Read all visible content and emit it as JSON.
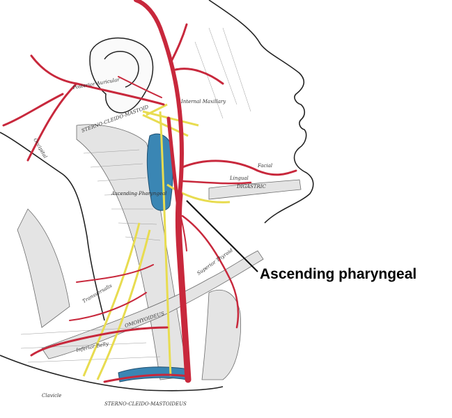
{
  "callout": {
    "label": "Ascending pharyngeal"
  },
  "engraving_labels": {
    "occipital": "Occipital",
    "posterior_auricular": "Posterior Auricular",
    "internal_maxillary": "Internal Maxillary",
    "sterno_cleido_mastoid": "STERNO-CLEIDO-MASTOID",
    "ascending_pharyngeal_small": "Ascending Pharyngeal",
    "digastric": "DIGASTRIC",
    "superior_thyroid": "Superior Thyroid",
    "omohyoideus": "OMOHYOIDEUS",
    "inferior_belly": "Inferior Belly",
    "clavicle": "Clavicle",
    "sterno_cleido_mastoideus": "STERNO-CLEIDO-MASTOIDEUS",
    "facial": "Facial",
    "lingual": "Lingual",
    "transversalis": "Transversalis"
  },
  "colors": {
    "artery": "#c8283c",
    "vein": "#3a86b4",
    "nerve": "#e8dc50",
    "muscle_line": "#6b6b6b",
    "outline": "#222222"
  }
}
